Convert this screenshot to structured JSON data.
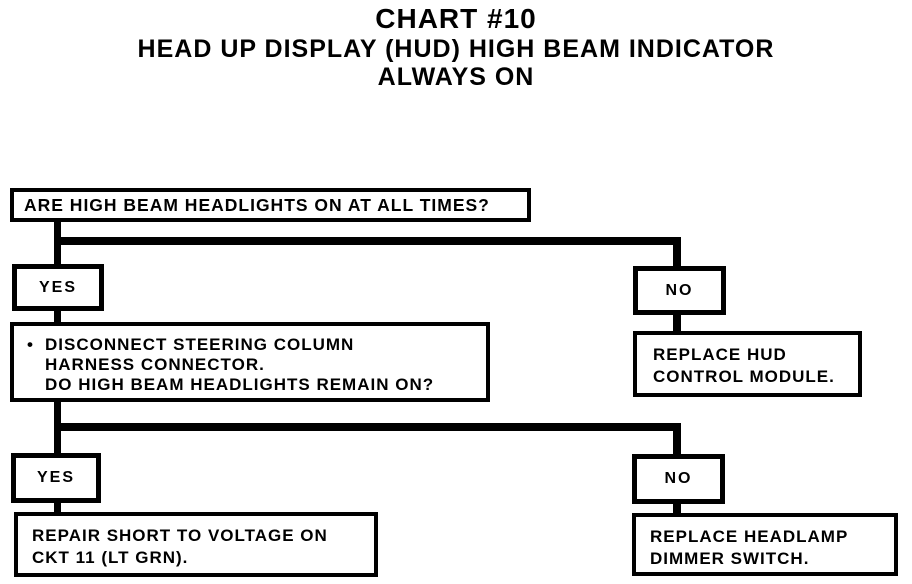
{
  "title": {
    "line1": "CHART #10",
    "line2": "HEAD UP DISPLAY (HUD) HIGH BEAM INDICATOR",
    "line3": "ALWAYS ON"
  },
  "flow": {
    "q1": "ARE HIGH BEAM HEADLIGHTS ON AT ALL TIMES?",
    "branch1": {
      "yes": "YES",
      "no": "NO"
    },
    "q2": {
      "bullet": "•",
      "lines": [
        "DISCONNECT STEERING COLUMN",
        "HARNESS CONNECTOR.",
        "DO HIGH BEAM HEADLIGHTS REMAIN ON?"
      ]
    },
    "no1_action": {
      "lines": [
        "REPLACE HUD",
        "CONTROL MODULE."
      ]
    },
    "branch2": {
      "yes": "YES",
      "no": "NO"
    },
    "yes2_action": {
      "lines": [
        "REPAIR SHORT TO VOLTAGE ON",
        "CKT 11 (LT GRN)."
      ]
    },
    "no2_action": {
      "lines": [
        "REPLACE HEADLAMP",
        "DIMMER SWITCH."
      ]
    }
  },
  "colors": {
    "ink": "#000000",
    "paper": "#ffffff"
  }
}
